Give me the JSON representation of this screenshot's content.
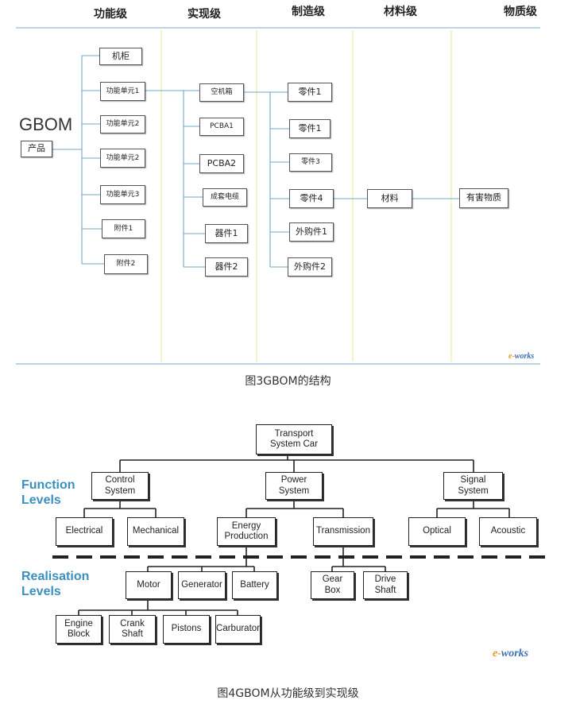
{
  "figure3": {
    "headers": [
      "功能级",
      "实现级",
      "制造级",
      "材料级",
      "物质级"
    ],
    "gbom_label": "GBOM",
    "root": "产品",
    "functional": [
      "机柜",
      "功能单元1",
      "功能单元2",
      "功能单元2",
      "功能单元3",
      "附件1",
      "附件2"
    ],
    "realisation": [
      "空机箱",
      "PCBA1",
      "PCBA2",
      "成套电缆",
      "器件1",
      "器件2"
    ],
    "manufacturing": [
      "零件1",
      "零件1",
      "零件3",
      "零件4",
      "外购件1",
      "外购件2"
    ],
    "material": "材料",
    "substance": "有害物质",
    "caption": "图3GBOM的结构"
  },
  "figure4": {
    "function_levels_label": "Function\nLevels",
    "realisation_levels_label": "Realisation\nLevels",
    "root": "Transport\nSystem Car",
    "systems": [
      "Control\nSystem",
      "Power\nSystem",
      "Signal\nSystem"
    ],
    "functions": [
      "Electrical",
      "Mechanical",
      "Energy\nProduction",
      "Transmission",
      "Optical",
      "Acoustic"
    ],
    "realisations": [
      "Motor",
      "Generator",
      "Battery",
      "Gear\nBox",
      "Drive\nShaft"
    ],
    "components": [
      "Engine\nBlock",
      "Crank\nShaft",
      "Pistons",
      "Carburator"
    ],
    "caption": "图4GBOM从功能级到实现级"
  },
  "logo_text": "e-works"
}
